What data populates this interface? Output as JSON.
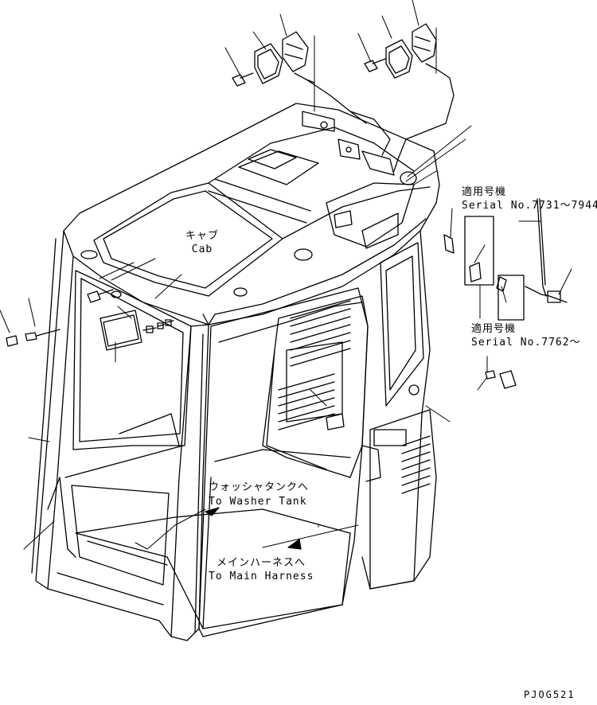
{
  "labels": {
    "cab_jp": "キャブ",
    "cab_en": "Cab",
    "serial1_title": "適用号機",
    "serial1_range": "Serial No.7731～7944",
    "serial2_title": "適用号機",
    "serial2_range": "Serial No.7762～",
    "washer_jp": "ウォッシャタンクへ",
    "washer_en": "To Washer Tank",
    "harness_jp": "メインハーネスへ",
    "harness_en": "To Main Harness",
    "drawing_code": "PJOG521"
  }
}
